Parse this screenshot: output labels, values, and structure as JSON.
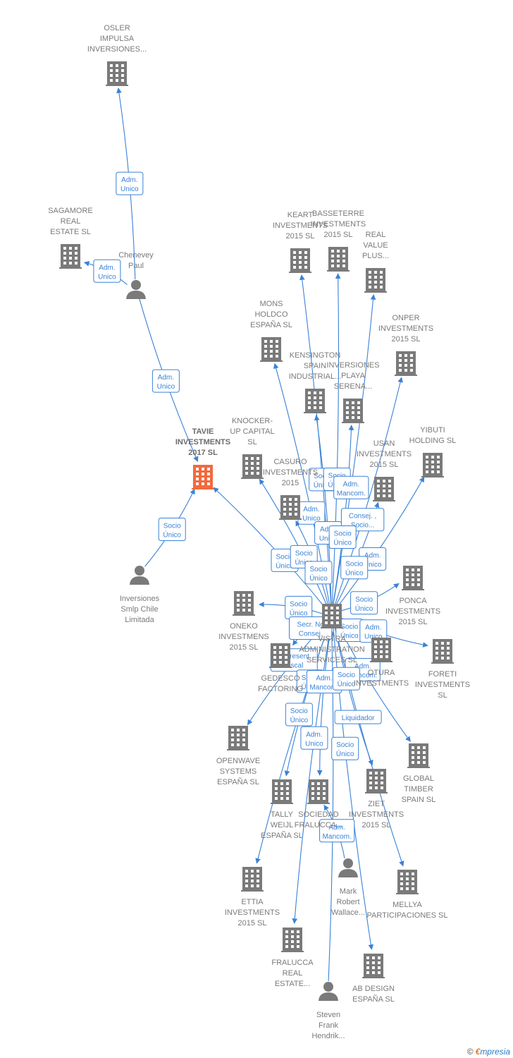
{
  "nodes": [
    {
      "id": "osler",
      "type": "company",
      "lines": [
        "OSLER",
        "IMPULSA",
        "INVERSIONES..."
      ]
    },
    {
      "id": "sagamore",
      "type": "company",
      "lines": [
        "SAGAMORE",
        "REAL",
        "ESTATE SL"
      ]
    },
    {
      "id": "chenevey",
      "type": "person",
      "lines": [
        "Chenevey",
        "Paul"
      ]
    },
    {
      "id": "tavie",
      "type": "focus",
      "lines": [
        "TAVIE",
        "INVESTMENTS",
        "2017  SL"
      ]
    },
    {
      "id": "inversiones_smlp",
      "type": "person",
      "lines": [
        "Inversiones",
        "Smlp Chile",
        "Limitada"
      ]
    },
    {
      "id": "keart",
      "type": "company",
      "lines": [
        "KEART",
        "INVESTMENTS",
        "2015  SL"
      ]
    },
    {
      "id": "basseterre",
      "type": "company",
      "lines": [
        "BASSETERRE",
        "INVESTMENTS",
        "2015  SL"
      ]
    },
    {
      "id": "real_value",
      "type": "company",
      "lines": [
        "REAL",
        "VALUE",
        "PLUS..."
      ]
    },
    {
      "id": "mons",
      "type": "company",
      "lines": [
        "MONS",
        "HOLDCO",
        "ESPAÑA  SL"
      ]
    },
    {
      "id": "onper",
      "type": "company",
      "lines": [
        "ONPER",
        "INVESTMENTS",
        "2015  SL"
      ]
    },
    {
      "id": "kensington",
      "type": "company",
      "lines": [
        "KENSINGTON",
        "SPAIN",
        "INDUSTRIAL..."
      ]
    },
    {
      "id": "playa_serena",
      "type": "company",
      "lines": [
        "INVERSIONES",
        "PLAYA",
        "SERENA..."
      ]
    },
    {
      "id": "knocker",
      "type": "company",
      "lines": [
        "KNOCKER-",
        "UP CAPITAL",
        "SL"
      ]
    },
    {
      "id": "yibuti",
      "type": "company",
      "lines": [
        "YIBUTI",
        "HOLDING SL"
      ]
    },
    {
      "id": "usan",
      "type": "company",
      "lines": [
        "USAN",
        "INVESTMENTS",
        "2015  SL"
      ]
    },
    {
      "id": "casuro",
      "type": "company",
      "lines": [
        "CASURO",
        "INVESTMENTS",
        "2015"
      ]
    },
    {
      "id": "ponca",
      "type": "company",
      "lines": [
        "PONCA",
        "INVESTMENTS",
        "2015  SL"
      ]
    },
    {
      "id": "oneko",
      "type": "company",
      "lines": [
        "ONEKO",
        "INVESTMENS",
        "2015  SL"
      ]
    },
    {
      "id": "vistra",
      "type": "company",
      "lines": [
        "VISTRA",
        "ADMINISTRATION",
        "SERVICES  SL"
      ]
    },
    {
      "id": "otura",
      "type": "company",
      "lines": [
        "OTURA",
        "INVESTMENTS"
      ]
    },
    {
      "id": "foreti",
      "type": "company",
      "lines": [
        "FORETI",
        "INVESTMENTS",
        "SL"
      ]
    },
    {
      "id": "gedesco",
      "type": "company",
      "lines": [
        "GEDESCO",
        "FACTORING"
      ]
    },
    {
      "id": "openwave",
      "type": "company",
      "lines": [
        "OPENWAVE",
        "SYSTEMS",
        "ESPAÑA  SL"
      ]
    },
    {
      "id": "global_timber",
      "type": "company",
      "lines": [
        "GLOBAL",
        "TIMBER",
        "SPAIN  SL"
      ]
    },
    {
      "id": "tally",
      "type": "company",
      "lines": [
        "TALLY",
        "WEIJL",
        "ESPAÑA  SL"
      ]
    },
    {
      "id": "sociedad_fralucca",
      "type": "company",
      "lines": [
        "SOCIEDAD",
        "FRALUCCA..."
      ]
    },
    {
      "id": "ziet",
      "type": "company",
      "lines": [
        "ZIET",
        "INVESTMENTS",
        "2015  SL"
      ]
    },
    {
      "id": "ettia",
      "type": "company",
      "lines": [
        "ETTIA",
        "INVESTMENTS",
        "2015  SL"
      ]
    },
    {
      "id": "mark",
      "type": "person",
      "lines": [
        "Mark",
        "Robert",
        "Wallace..."
      ]
    },
    {
      "id": "mellya",
      "type": "company",
      "lines": [
        "MELLYA",
        "PARTICIPACIONES SL"
      ]
    },
    {
      "id": "fralucca_real",
      "type": "company",
      "lines": [
        "FRALUCCA",
        "REAL",
        "ESTATE..."
      ]
    },
    {
      "id": "ab_design",
      "type": "company",
      "lines": [
        "AB DESIGN",
        "ESPAÑA  SL"
      ]
    },
    {
      "id": "steven",
      "type": "person",
      "lines": [
        "Steven",
        "Frank",
        "Hendrik..."
      ]
    }
  ],
  "edges": [
    {
      "from": "chenevey",
      "to": "osler",
      "label": [
        "Adm.",
        "Unico"
      ]
    },
    {
      "from": "chenevey",
      "to": "sagamore",
      "label": [
        "Adm.",
        "Unico"
      ]
    },
    {
      "from": "chenevey",
      "to": "tavie",
      "label": [
        "Adm.",
        "Unico"
      ]
    },
    {
      "from": "inversiones_smlp",
      "to": "tavie",
      "label": [
        "Socio",
        "Único"
      ]
    },
    {
      "from": "vistra",
      "to": "tavie",
      "label": [
        "Socio",
        "Único"
      ]
    },
    {
      "from": "vistra",
      "to": "keart",
      "label": [
        "Socio",
        "Único"
      ]
    },
    {
      "from": "vistra",
      "to": "basseterre",
      "label": [
        "Socio",
        "Único"
      ]
    },
    {
      "from": "vistra",
      "to": "real_value",
      "label": [
        "Adm.",
        "Mancom."
      ]
    },
    {
      "from": "vistra",
      "to": "mons",
      "label": [
        "Adm.",
        "Unico"
      ]
    },
    {
      "from": "vistra",
      "to": "onper",
      "label": [
        "Consej. ,",
        "Socio..."
      ]
    },
    {
      "from": "vistra",
      "to": "kensington",
      "label": [
        "Adm.",
        "Unico"
      ]
    },
    {
      "from": "vistra",
      "to": "playa_serena",
      "label": [
        "Socio",
        "Único"
      ]
    },
    {
      "from": "vistra",
      "to": "knocker",
      "label": [
        "Socio",
        "Único"
      ]
    },
    {
      "from": "vistra",
      "to": "yibuti",
      "label": [
        "Adm.",
        "Unico"
      ]
    },
    {
      "from": "vistra",
      "to": "usan",
      "label": [
        "Socio",
        "Único"
      ]
    },
    {
      "from": "vistra",
      "to": "casuro",
      "label": [
        "Socio",
        "Único"
      ]
    },
    {
      "from": "vistra",
      "to": "ponca",
      "label": [
        "Socio",
        "Único"
      ]
    },
    {
      "from": "vistra",
      "to": "oneko",
      "label": [
        "Socio",
        "Único"
      ]
    },
    {
      "from": "vistra",
      "to": "otura",
      "label": [
        "Socio",
        "Único"
      ]
    },
    {
      "from": "vistra",
      "to": "foreti",
      "label": [
        "Adm.",
        "Unico"
      ]
    },
    {
      "from": "vistra",
      "to": "gedesco",
      "label": [
        "Secr.  No",
        "Consej."
      ]
    },
    {
      "from": "vistra",
      "to": "openwave",
      "label": [
        "Represent.",
        "Fiscal"
      ]
    },
    {
      "from": "vistra",
      "to": "global_timber",
      "label": [
        "Adm.",
        "Mancom."
      ]
    },
    {
      "from": "vistra",
      "to": "tally",
      "label": [
        "Socio",
        "Único"
      ]
    },
    {
      "from": "vistra",
      "to": "sociedad_fralucca",
      "label": [
        "Adm.",
        "Mancom."
      ]
    },
    {
      "from": "vistra",
      "to": "ziet",
      "label": [
        "Socio",
        "Único"
      ]
    },
    {
      "from": "vistra",
      "to": "ettia",
      "label": [
        "Socio",
        "Único"
      ]
    },
    {
      "from": "vistra",
      "to": "mellya",
      "label": [
        "Liquidador"
      ]
    },
    {
      "from": "vistra",
      "to": "fralucca_real",
      "label": [
        "Adm.",
        "Unico"
      ]
    },
    {
      "from": "vistra",
      "to": "ab_design",
      "label": [
        "Socio",
        "Único"
      ]
    },
    {
      "from": "mark",
      "to": "sociedad_fralucca",
      "label": [
        "Adm.",
        "Mancom."
      ]
    },
    {
      "from": "steven",
      "to": "vistra",
      "label": []
    }
  ],
  "colors": {
    "edge": "#3a82d6",
    "building": "#7a7a7a",
    "focus": "#f26a3d",
    "person": "#7a7a7a",
    "label": "#7a7a7a"
  },
  "footer": {
    "copyright": "©",
    "brand_initial": "€",
    "brand_rest": "mpresia"
  }
}
